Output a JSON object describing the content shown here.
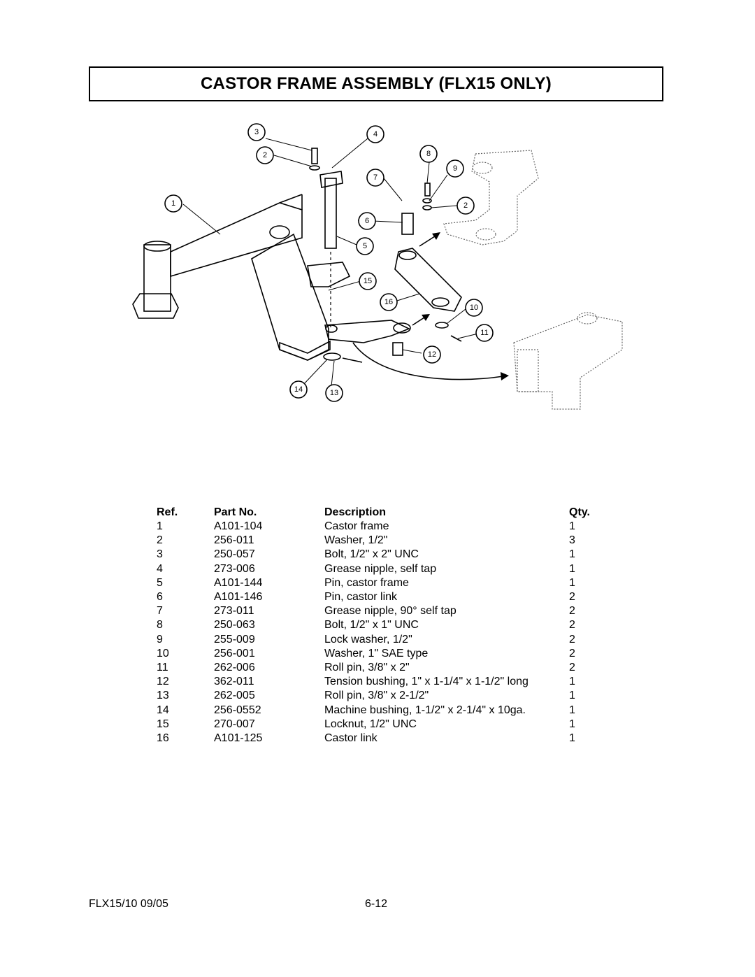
{
  "title": "CASTOR FRAME ASSEMBLY (FLX15 ONLY)",
  "diagram": {
    "callouts": [
      "1",
      "2",
      "3",
      "4",
      "5",
      "6",
      "7",
      "8",
      "9",
      "2",
      "10",
      "11",
      "12",
      "13",
      "14",
      "15",
      "16"
    ]
  },
  "table": {
    "headers": {
      "ref": "Ref.",
      "part": "Part No.",
      "desc": "Description",
      "qty": "Qty."
    },
    "rows": [
      {
        "ref": "1",
        "part": "A101-104",
        "desc": "Castor frame",
        "qty": "1"
      },
      {
        "ref": "2",
        "part": "256-011",
        "desc": "Washer, 1/2\"",
        "qty": "3"
      },
      {
        "ref": "3",
        "part": "250-057",
        "desc": "Bolt, 1/2\" x 2\" UNC",
        "qty": "1"
      },
      {
        "ref": "4",
        "part": "273-006",
        "desc": "Grease nipple, self tap",
        "qty": "1"
      },
      {
        "ref": "5",
        "part": "A101-144",
        "desc": "Pin, castor frame",
        "qty": "1"
      },
      {
        "ref": "6",
        "part": "A101-146",
        "desc": "Pin, castor link",
        "qty": "2"
      },
      {
        "ref": "7",
        "part": "273-011",
        "desc": "Grease nipple, 90° self tap",
        "qty": "2"
      },
      {
        "ref": "8",
        "part": "250-063",
        "desc": "Bolt, 1/2\" x 1\" UNC",
        "qty": "2"
      },
      {
        "ref": "9",
        "part": "255-009",
        "desc": "Lock washer, 1/2\"",
        "qty": "2"
      },
      {
        "ref": "10",
        "part": "256-001",
        "desc": "Washer, 1\" SAE type",
        "qty": "2"
      },
      {
        "ref": "11",
        "part": "262-006",
        "desc": "Roll pin, 3/8\" x 2\"",
        "qty": "2"
      },
      {
        "ref": "12",
        "part": "362-011",
        "desc": "Tension bushing, 1\" x 1-1/4\" x 1-1/2\" long",
        "qty": "1"
      },
      {
        "ref": "13",
        "part": "262-005",
        "desc": "Roll pin, 3/8\" x 2-1/2\"",
        "qty": "1"
      },
      {
        "ref": "14",
        "part": "256-0552",
        "desc": "Machine bushing, 1-1/2\" x 2-1/4\" x 10ga.",
        "qty": "1"
      },
      {
        "ref": "15",
        "part": "270-007",
        "desc": "Locknut, 1/2\" UNC",
        "qty": "1"
      },
      {
        "ref": "16",
        "part": "A101-125",
        "desc": "Castor link",
        "qty": "1"
      }
    ]
  },
  "footer": {
    "left": "FLX15/10 09/05",
    "center": "6-12"
  }
}
